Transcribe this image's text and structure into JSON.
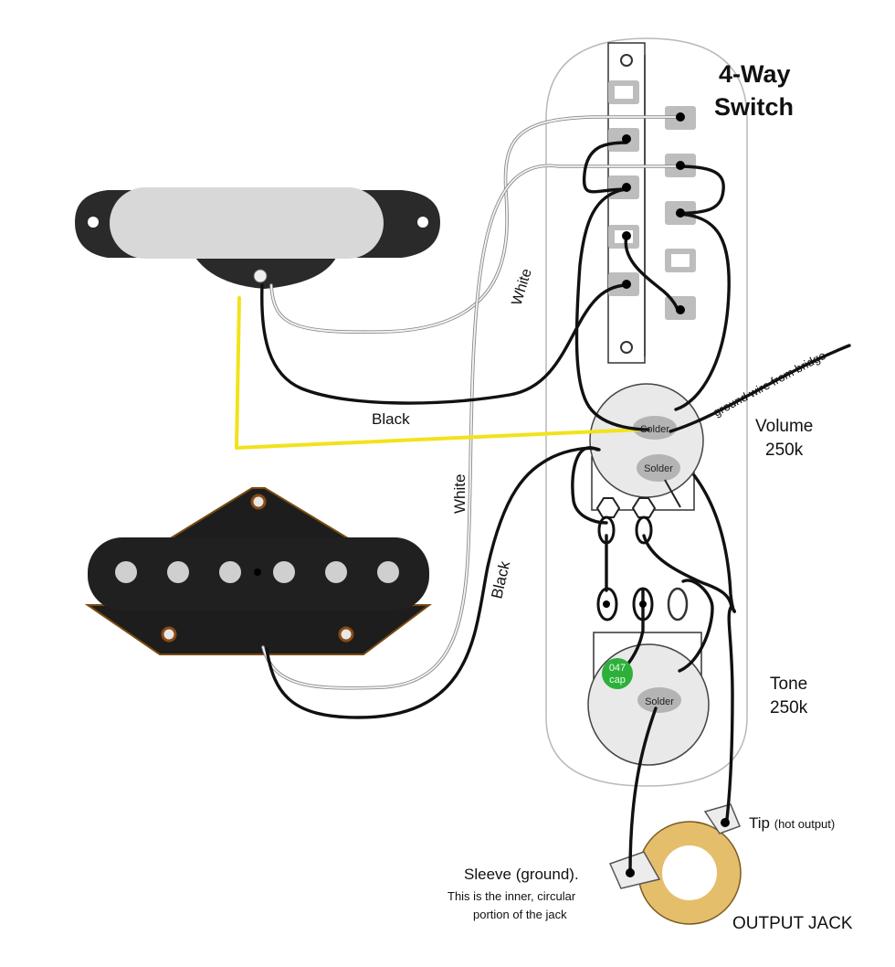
{
  "switch": {
    "title_line1": "4-Way",
    "title_line2": "Switch"
  },
  "wires": {
    "white_upper": "White",
    "white_lower": "White",
    "black_upper": "Black",
    "black_lower": "Black"
  },
  "bridge_ground": "ground wire from bridge",
  "volume": {
    "name": "Volume",
    "value": "250k",
    "solder_1": "Solder",
    "solder_2": "Solder"
  },
  "tone": {
    "name": "Tone",
    "value": "250k",
    "solder": "Solder",
    "cap_value": "047",
    "cap_unit": "cap"
  },
  "jack": {
    "tip_label": "Tip",
    "tip_note": "(hot output)",
    "sleeve_label": "Sleeve (ground).",
    "sleeve_note_1": "This is the inner, circular",
    "sleeve_note_2": "portion of the jack",
    "name": "OUTPUT JACK"
  },
  "colors": {
    "black_wire": "#111111",
    "white_wire": "#f4f4f4",
    "yellow_wire": "#f2e21b",
    "capacitor": "#2db03a",
    "jack_ring": "#e4be6b"
  }
}
